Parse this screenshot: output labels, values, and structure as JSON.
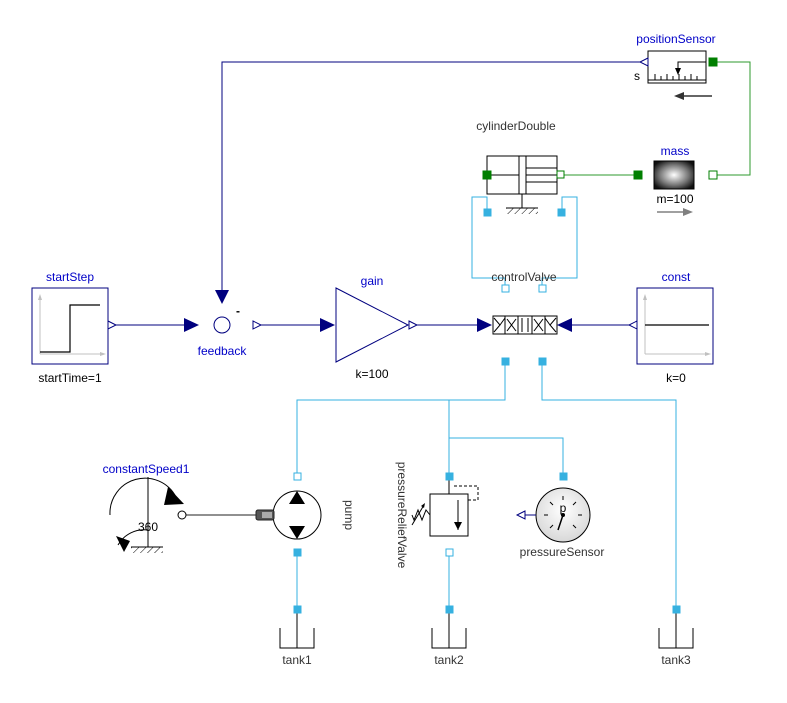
{
  "colors": {
    "signal": "#00007f",
    "hydraulic": "#36b1e0",
    "mechanical": "#2e9a2e",
    "port_green": "#007f00",
    "label_blue": "#0000c8",
    "label_dark": "#333333",
    "grey": "#9a9a9a"
  },
  "components": {
    "startStep": {
      "name": "startStep",
      "param": "startTime=1"
    },
    "feedback": {
      "name": "feedback",
      "sign": "-"
    },
    "gain": {
      "name": "gain",
      "param": "k=100"
    },
    "controlValve": {
      "name": "controlValve"
    },
    "const": {
      "name": "const",
      "param": "k=0"
    },
    "cylinderDouble": {
      "name": "cylinderDouble"
    },
    "mass": {
      "name": "mass",
      "param": "m=100"
    },
    "positionSensor": {
      "name": "positionSensor",
      "port_label": "s"
    },
    "constantSpeed1": {
      "name": "constantSpeed1",
      "param": "360"
    },
    "pump": {
      "name": "pump"
    },
    "pressureReliefValve": {
      "name": "pressureReliefValve"
    },
    "pressureSensor": {
      "name": "pressureSensor",
      "glyph": "p"
    },
    "tank1": {
      "name": "tank1"
    },
    "tank2": {
      "name": "tank2"
    },
    "tank3": {
      "name": "tank3"
    }
  }
}
